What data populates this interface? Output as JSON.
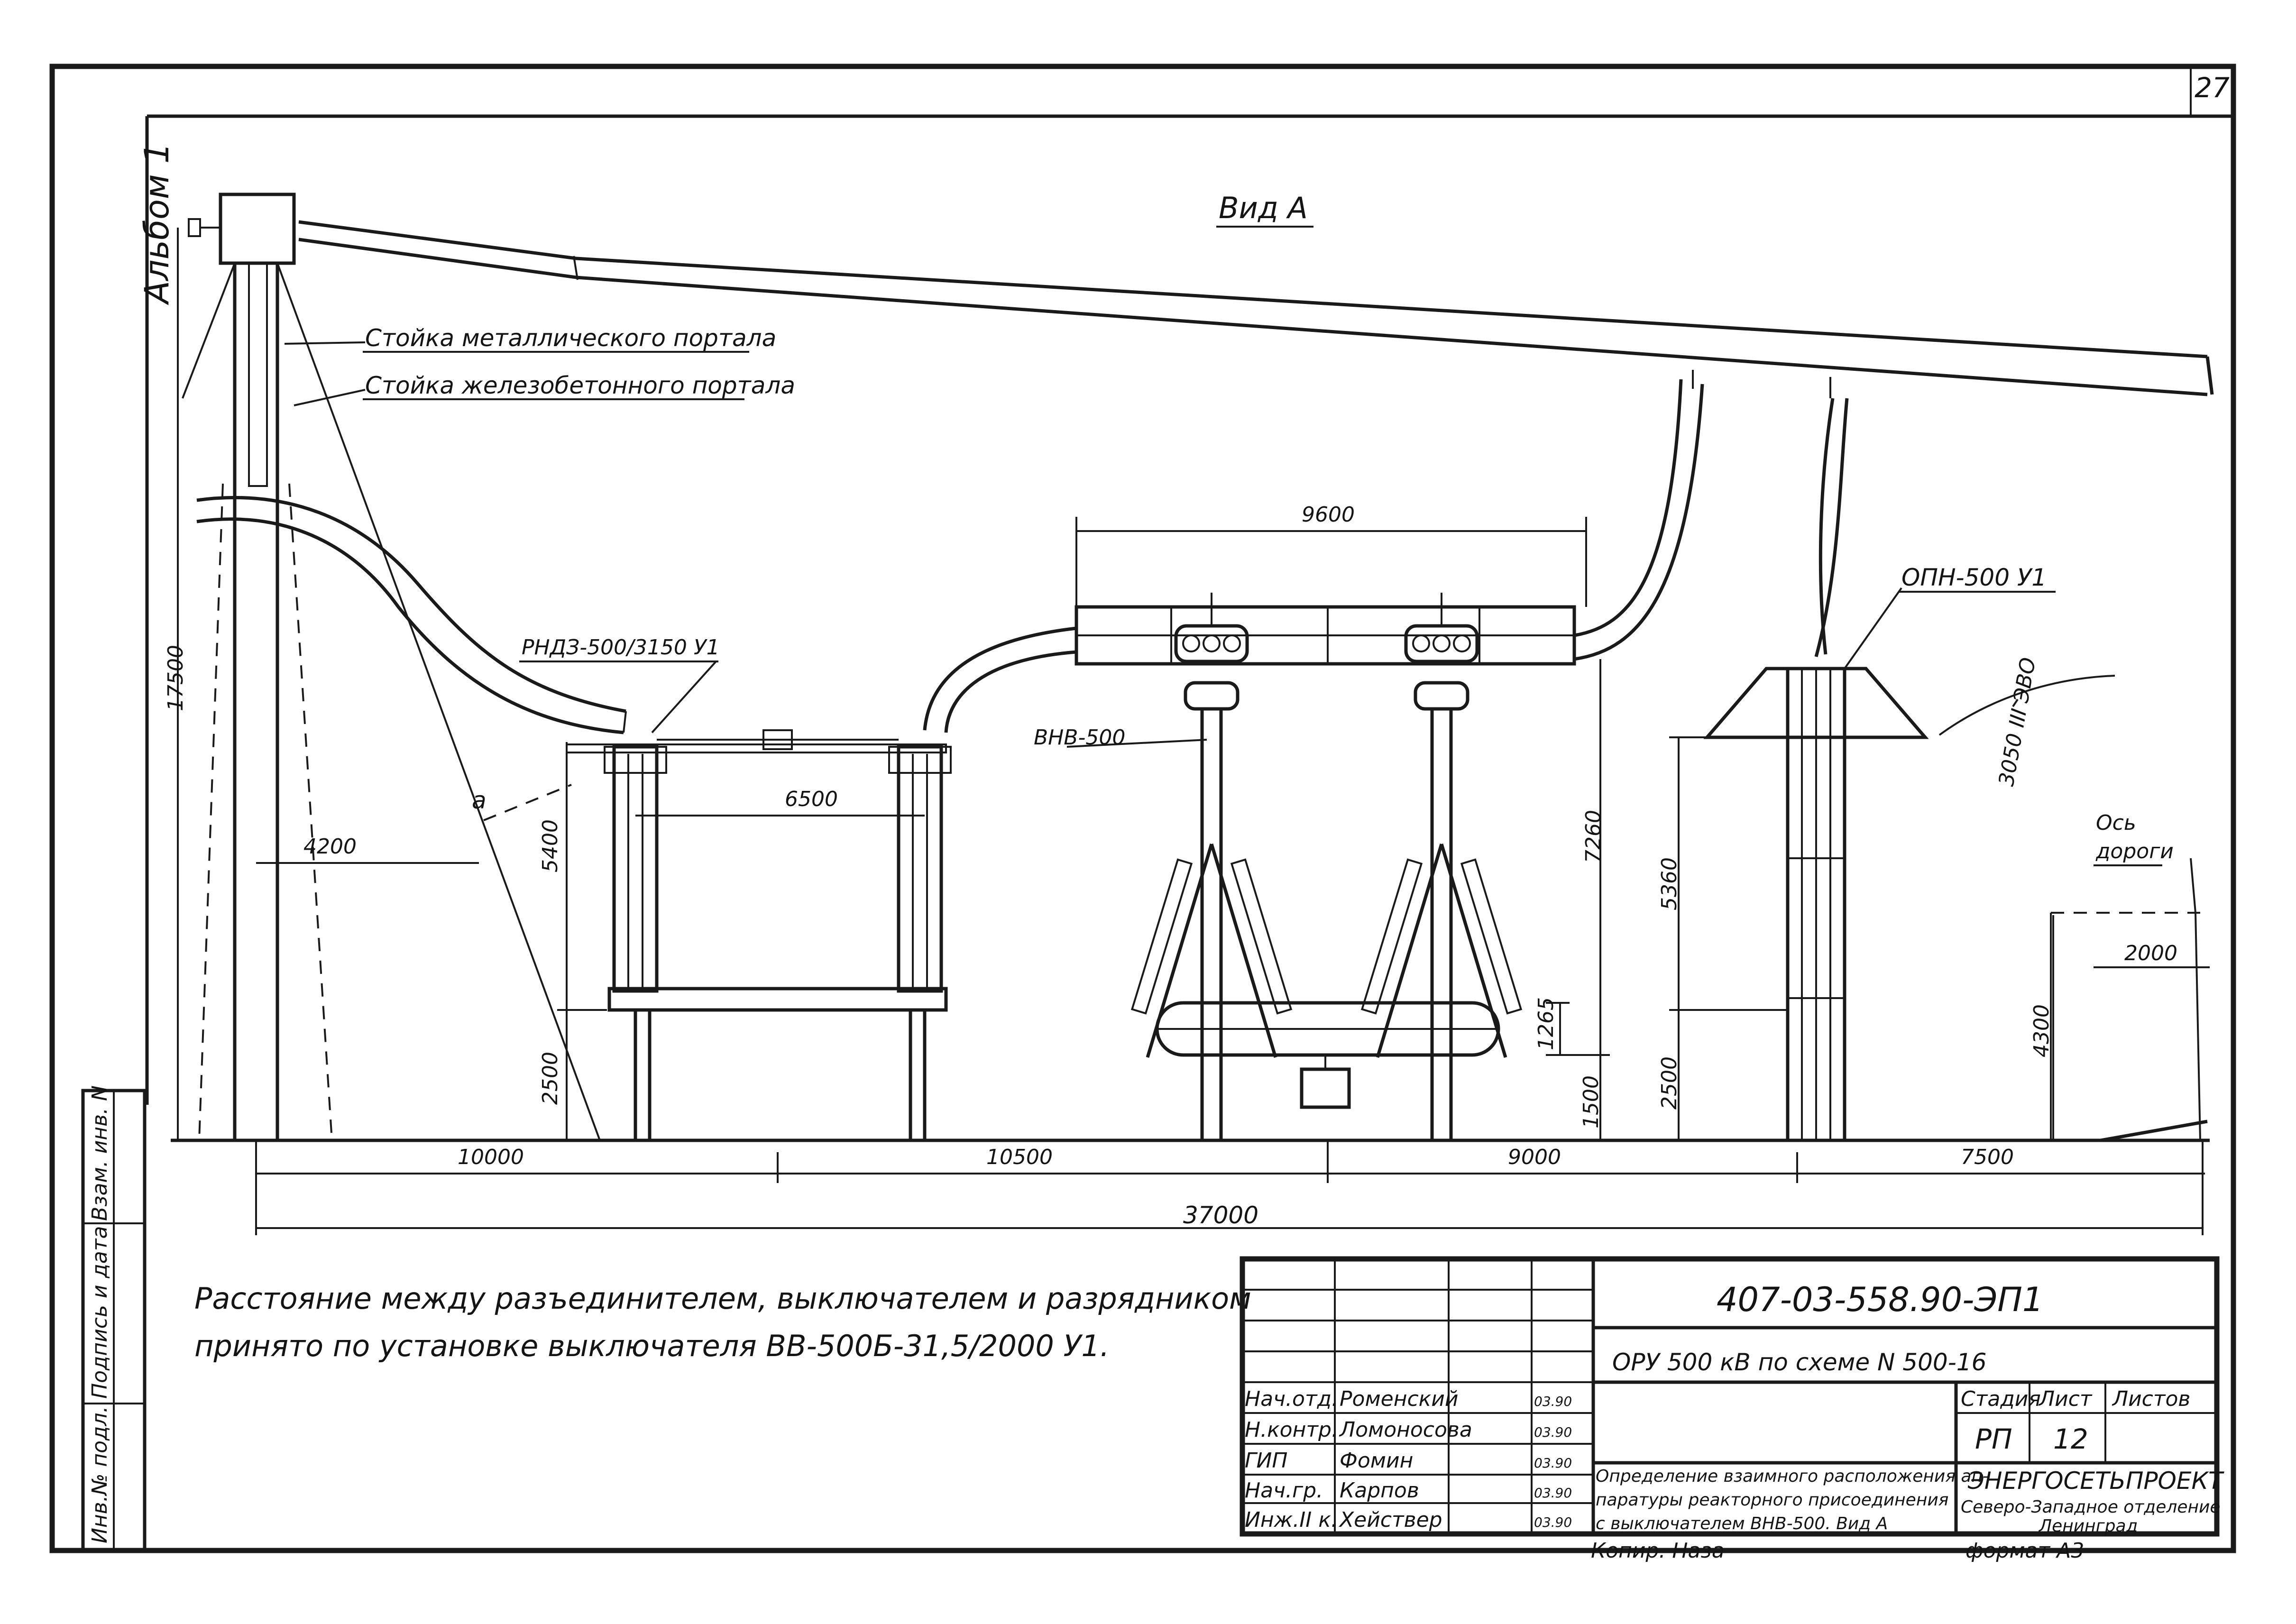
{
  "sheet_corner_number": "27",
  "album_label": "Альбом 1",
  "view_title": "Вид А",
  "labels": {
    "metal_portal": "Стойка металлического портала",
    "concrete_portal": "Стойка железобетонного портала",
    "disconnector": "РНДЗ-500/3150 У1",
    "breaker": "ВНВ-500",
    "arrester": "ОПН-500 У1",
    "road_axis_1": "Ось",
    "road_axis_2": "дороги",
    "point_a": "а",
    "road_curve": "3050 III ЭВО"
  },
  "dimensions": {
    "d9600": "9600",
    "d17500": "17500",
    "d4200": "4200",
    "d5400": "5400",
    "d6500": "6500",
    "d2500_left": "2500",
    "d7260": "7260",
    "d1265": "1265",
    "d1500": "1500",
    "d5360": "5360",
    "d2500_right": "2500",
    "d4300": "4300",
    "d2000": "2000",
    "d10000": "10000",
    "d10500": "10500",
    "d9000": "9000",
    "d7500": "7500",
    "d37000": "37000"
  },
  "note": {
    "line1": "Расстояние между разъединителем, выключателем и разрядником",
    "line2": "принято по установке выключателя ВВ-500Б-31,5/2000 У1."
  },
  "side_stamp": {
    "inv_podl": "Инв.№ подл.",
    "podpis_data": "Подпись и дата",
    "vzam_inv": "Взам. инв. N"
  },
  "title_block": {
    "doc_code": "407-03-558.90-ЭП1",
    "project": "ОРУ 500 кВ по схеме N 500-16",
    "col_stage": "Стадия",
    "col_sheet": "Лист",
    "col_sheets": "Листов",
    "stage": "РП",
    "sheet": "12",
    "roles": [
      {
        "role": "Нач.отд.",
        "name": "Роменский",
        "date": "03.90"
      },
      {
        "role": "Н.контр.",
        "name": "Ломоносова",
        "date": "03.90"
      },
      {
        "role": "ГИП",
        "name": "Фомин",
        "date": "03.90"
      },
      {
        "role": "Нач.гр.",
        "name": "Карпов",
        "date": "03.90"
      },
      {
        "role": "Инж.II к.",
        "name": "Хействер",
        "date": "03.90"
      }
    ],
    "sheet_title_1": "Определение взаимного расположения ап-",
    "sheet_title_2": "паратуры реакторного присоединения",
    "sheet_title_3": "с выключателем ВНВ-500. Вид А",
    "org_1": "ЭНЕРГОСЕТЬПРОЕКТ",
    "org_2": "Северо-Западное отделение",
    "org_3": "Ленинград",
    "copied": "Копир. Наза",
    "format": "формат А3"
  }
}
